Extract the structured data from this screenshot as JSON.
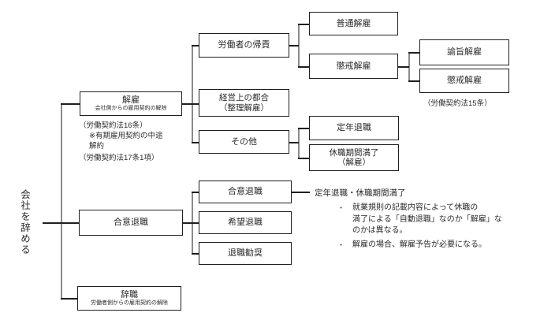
{
  "colors": {
    "background": "#ffffff",
    "box_border": "#1f1f1f",
    "connector_horizontal": "#1f1f1f",
    "connector_vertical": "#8a8a8a",
    "text": "#2b2b2b"
  },
  "root_label": "会社を辞める",
  "nodes": {
    "kaiko": {
      "title": "解雇",
      "subtitle": "会社側からの雇用契約の解除"
    },
    "roudousha_kiseki": {
      "title": "労働者の帰責"
    },
    "keiei": {
      "title": "経営上の都合",
      "line2": "（整理解雇）"
    },
    "sonota": {
      "title": "その他"
    },
    "futsu_kaiko": {
      "title": "普通解雇"
    },
    "chokai_kaiko": {
      "title": "懲戒解雇"
    },
    "yushi_kaiko": {
      "title": "諭旨解雇"
    },
    "chokai_kaiko2": {
      "title": "懲戒解雇"
    },
    "teinen_taishoku": {
      "title": "定年退職"
    },
    "kyushoku_manryo": {
      "title": "休職期間満了",
      "line2": "（解雇）"
    },
    "goui_taishoku": {
      "title": "合意退職"
    },
    "goui_taishoku_child": {
      "title": "合意退職"
    },
    "kibou_taishoku": {
      "title": "希望退職"
    },
    "taishoku_kansho": {
      "title": "退職勧奨"
    },
    "jishoku": {
      "title": "辞職",
      "subtitle": "労働者側からの雇用契約の解除"
    }
  },
  "law_notes": {
    "law16": "（労働契約法16条）",
    "yuki_line1": "※有期雇用契約の中途",
    "yuki_line2": "解約",
    "law17": "（労働契約法17条1項）",
    "law15": "（労働契約法15条）"
  },
  "annotation": {
    "title": "定年退職・休職期間満了",
    "bullets": [
      {
        "marker": "・",
        "lines": [
          "就業規則の記載内容によって休職の",
          "満了による「自動退職」なのか「解雇」な",
          "のかは異なる。"
        ]
      },
      {
        "marker": "・",
        "lines": [
          "解雇の場合、解雇予告が必要になる。"
        ]
      }
    ]
  }
}
